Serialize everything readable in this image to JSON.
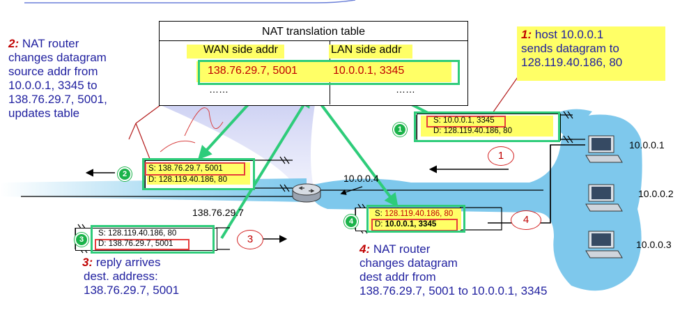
{
  "table": {
    "title": "NAT translation table",
    "col_wan": "WAN side addr",
    "col_lan": "LAN side addr",
    "row1_wan": "138.76.29.7, 5001",
    "row1_lan": "10.0.0.1, 3345",
    "row2_wan": "……",
    "row2_lan": "……"
  },
  "steps": {
    "s1_num": "1:",
    "s1_lines": [
      "host 10.0.0.1",
      "sends datagram to",
      "128.119.40.186, 80"
    ],
    "s2_num": "2:",
    "s2_lines": [
      "NAT router",
      "changes datagram",
      "source addr from",
      "10.0.0.1, 3345 to",
      "138.76.29.7, 5001,",
      "updates table"
    ],
    "s3_num": "3:",
    "s3_lines": [
      "reply arrives",
      "dest. address:",
      "138.76.29.7, 5001"
    ],
    "s4_num": "4:",
    "s4_lines": [
      "NAT router",
      "changes datagram",
      "dest addr from",
      "138.76.29.7, 5001 to 10.0.0.1, 3345"
    ]
  },
  "packets": {
    "p1_src": "S: 10.0.0.1, 3345",
    "p1_dst": "D: 128.119.40.186, 80",
    "p2_src": "S: 138.76.29.7, 5001",
    "p2_dst": "D: 128.119.40.186, 80",
    "p3_src": "S: 128.119.40.186, 80",
    "p3_dst": "D: 138.76.29.7, 5001",
    "p4_src_prefix": "S: ",
    "p4_src": "128.119.40.186, 80",
    "p4_dst_prefix": "D: ",
    "p4_dst": "10.0.0.1, 3345"
  },
  "badges": [
    "1",
    "2",
    "3",
    "4"
  ],
  "flow_labels": [
    "1",
    "3",
    "4"
  ],
  "addresses": {
    "router_lan": "10.0.0.4",
    "router_wan": "138.76.29.7",
    "host1": "10.0.0.1",
    "host2": "10.0.0.2",
    "host3": "10.0.0.3"
  },
  "colors": {
    "step_red": "#c00000",
    "text_blue": "#1f1f9f",
    "highlight": "#ffff66",
    "green": "#2ecc7a",
    "lan_blue": "#7ec8ec"
  }
}
